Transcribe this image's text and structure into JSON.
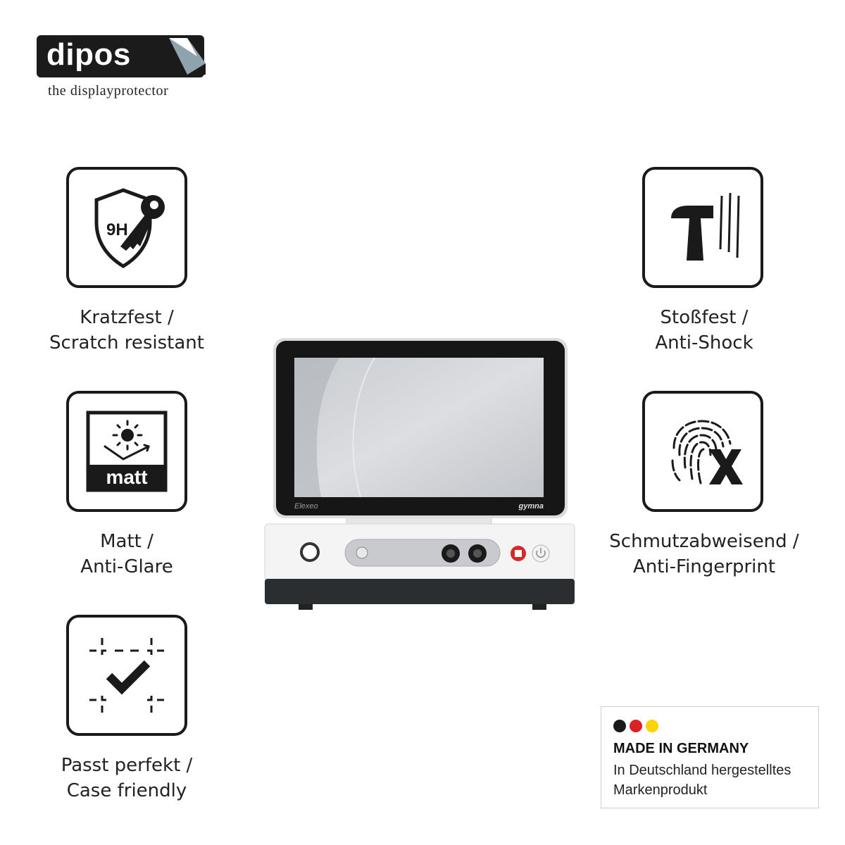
{
  "logo": {
    "word": "dipos",
    "tagline": "the displayprotector"
  },
  "features": {
    "scratch": {
      "icon_text": "9H",
      "line1": "Kratzfest /",
      "line2": "Scratch resistant"
    },
    "matt": {
      "icon_text": "matt",
      "line1": "Matt /",
      "line2": "Anti-Glare"
    },
    "fit": {
      "line1": "Passt perfekt /",
      "line2": "Case friendly"
    },
    "shock": {
      "line1": "Stoßfest /",
      "line2": "Anti-Shock"
    },
    "fingerprint": {
      "line1": "Schmutzabweisend /",
      "line2": "Anti-Fingerprint"
    }
  },
  "device": {
    "model": "Elexeo",
    "brand": "gymna"
  },
  "made_in": {
    "title": "MADE IN GERMANY",
    "sub1": "In Deutschland hergestelltes",
    "sub2": "Markenprodukt",
    "colors": [
      "#1a1a1a",
      "#dd1f26",
      "#ffd400"
    ]
  }
}
